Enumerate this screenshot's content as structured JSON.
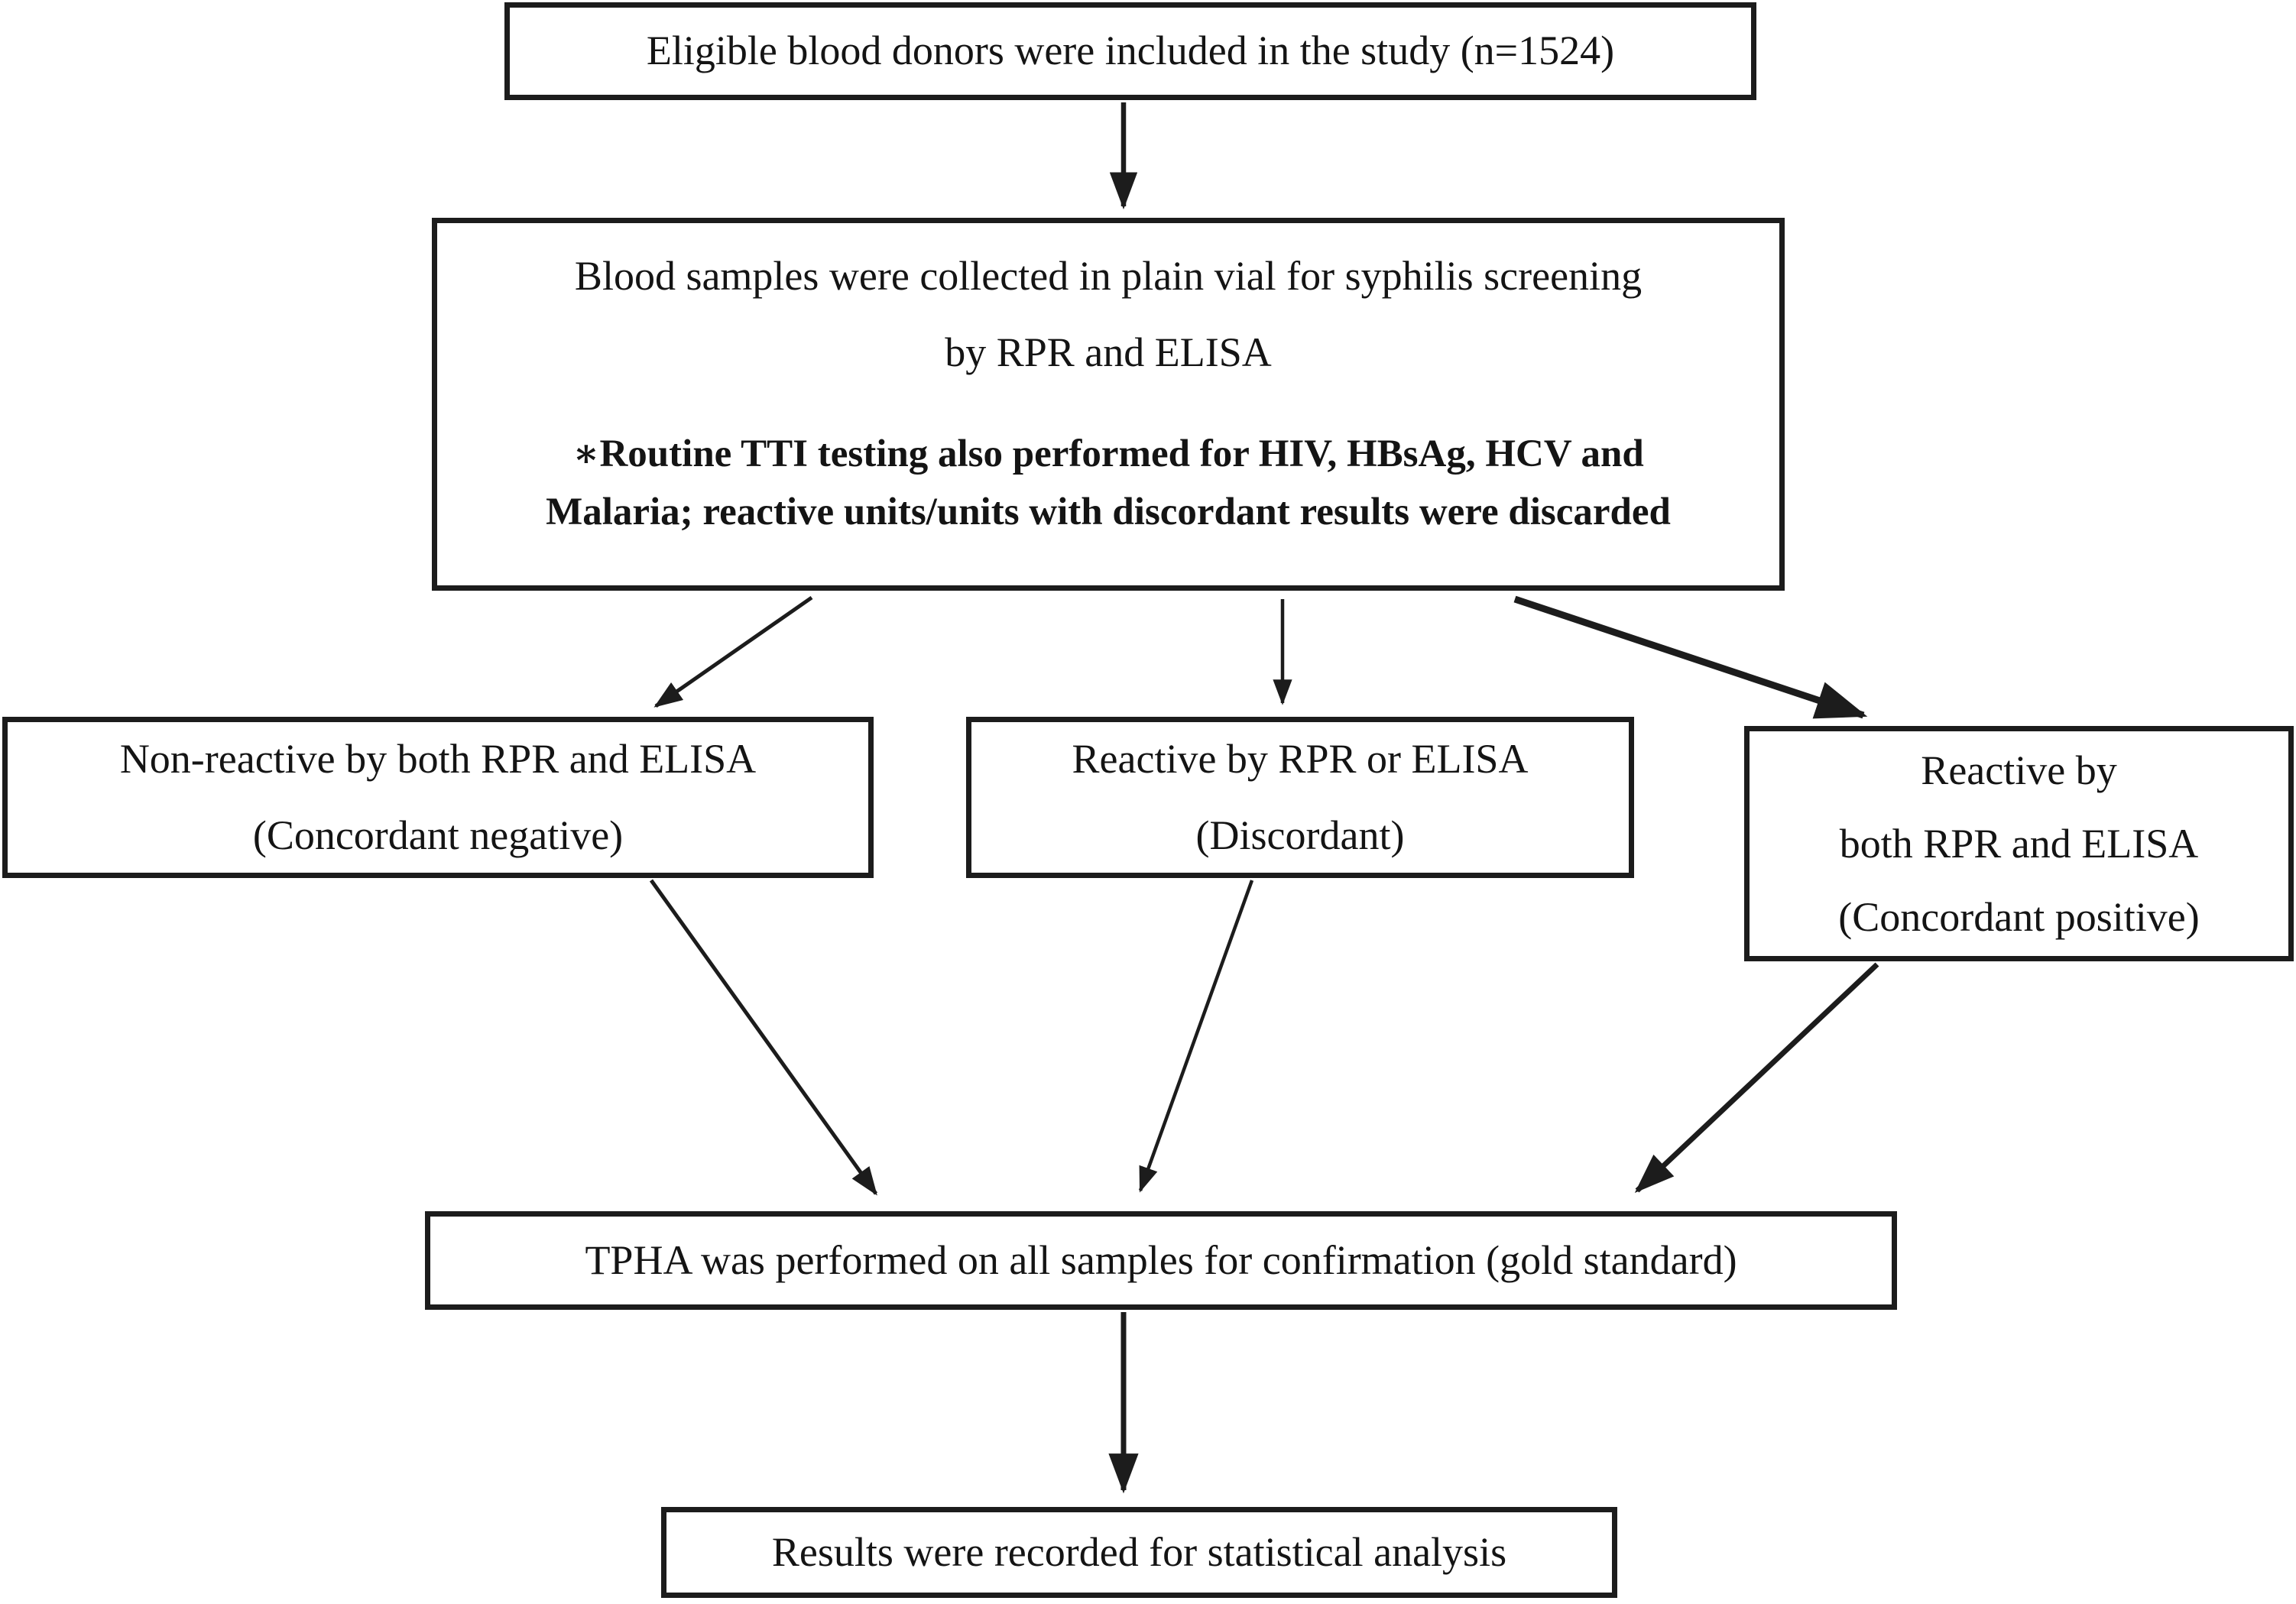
{
  "diagram": {
    "type": "flowchart",
    "background_color": "#ffffff",
    "line_color": "#1c1c1c",
    "boxes": {
      "eligible": {
        "lines": [
          "Eligible blood donors were included in the study (n=1524)"
        ]
      },
      "samples": {
        "lines": [
          "Blood samples were collected in plain vial for syphilis screening",
          "by RPR and ELISA"
        ],
        "note_lines": [
          "∗Routine TTI testing also performed for HIV, HBsAg, HCV and",
          "Malaria; reactive units/units with discordant results were discarded"
        ]
      },
      "concordant_negative": {
        "lines": [
          "Non-reactive by both RPR and ELISA",
          "(Concordant negative)"
        ]
      },
      "discordant": {
        "lines": [
          "Reactive by RPR or ELISA",
          "(Discordant)"
        ]
      },
      "concordant_positive": {
        "lines": [
          "Reactive by",
          "both RPR and ELISA",
          "(Concordant positive)"
        ]
      },
      "tpha": {
        "lines": [
          "TPHA was performed on all samples for confirmation (gold standard)"
        ]
      },
      "results": {
        "lines": [
          "Results were recorded for statistical analysis"
        ]
      }
    }
  }
}
